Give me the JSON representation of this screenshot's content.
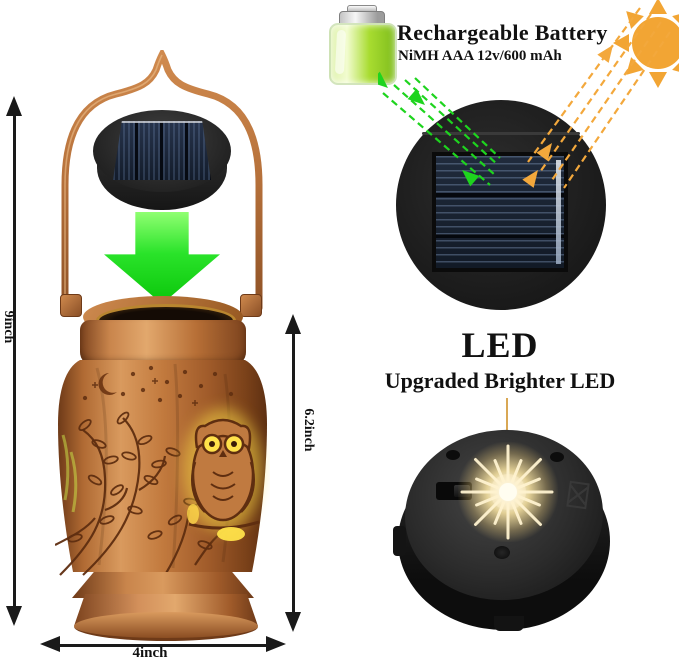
{
  "annotations": {
    "battery": {
      "title": "Rechargeable Battery",
      "subtitle": "NiMH AAA 12v/600 mAh"
    },
    "led": {
      "heading": "LED",
      "subtitle": "Upgraded Brighter LED"
    },
    "dimensions": {
      "total_height": "9inch",
      "body_height": "6.2inch",
      "base_width": "4inch"
    }
  },
  "icons": {
    "battery": "rechargeable-battery-icon",
    "sun": "sun-icon",
    "insert_arrow": "insert-down-arrow-icon",
    "solar_panel_closeup": "solar-panel-closeup",
    "led_unit_closeup": "led-unit-closeup"
  },
  "colors": {
    "dim": "#1a1a1a",
    "text_black": "#111111",
    "copper": "#b5703a",
    "copper_light": "#dd9d62",
    "copper_dark": "#6e3a18",
    "arrow_green": "#1ed41e",
    "sun_orange": "#f2a534",
    "ray_orange": "#f3a83c",
    "panel_navy": "#1b2535",
    "battery_green": "#a8dc30",
    "glow_warm": "#ffeab0"
  }
}
